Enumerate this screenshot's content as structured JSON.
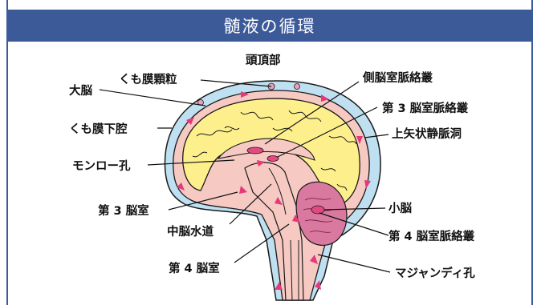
{
  "header": {
    "title": "髄液の循環"
  },
  "labels": {
    "top_of_head": "頭頂部",
    "arachnoid_granulation": "くも膜顆粒",
    "cerebrum": "大脳",
    "subarachnoid_space": "くも膜下腔",
    "foramen_monro": "モンロー孔",
    "third_ventricle": "第 3 脳室",
    "cerebral_aqueduct": "中脳水道",
    "fourth_ventricle": "第 4 脳室",
    "lateral_choroid_plexus": "側脳室脈絡叢",
    "third_choroid_plexus": "第 3 脳室脈絡叢",
    "superior_sagittal_sinus": "上矢状静脈洞",
    "cerebellum": "小脳",
    "fourth_choroid_plexus": "第 4 脳室脈絡叢",
    "foramen_magendie": "マジャンディ孔"
  },
  "colors": {
    "header_bg": "#3d5a98",
    "csf_space": "#bfe0f0",
    "brain_outer": "#f6c9c2",
    "cerebrum": "#fdf08c",
    "cerebellum": "#d9799f",
    "flow_arrow": "#e6397a"
  }
}
